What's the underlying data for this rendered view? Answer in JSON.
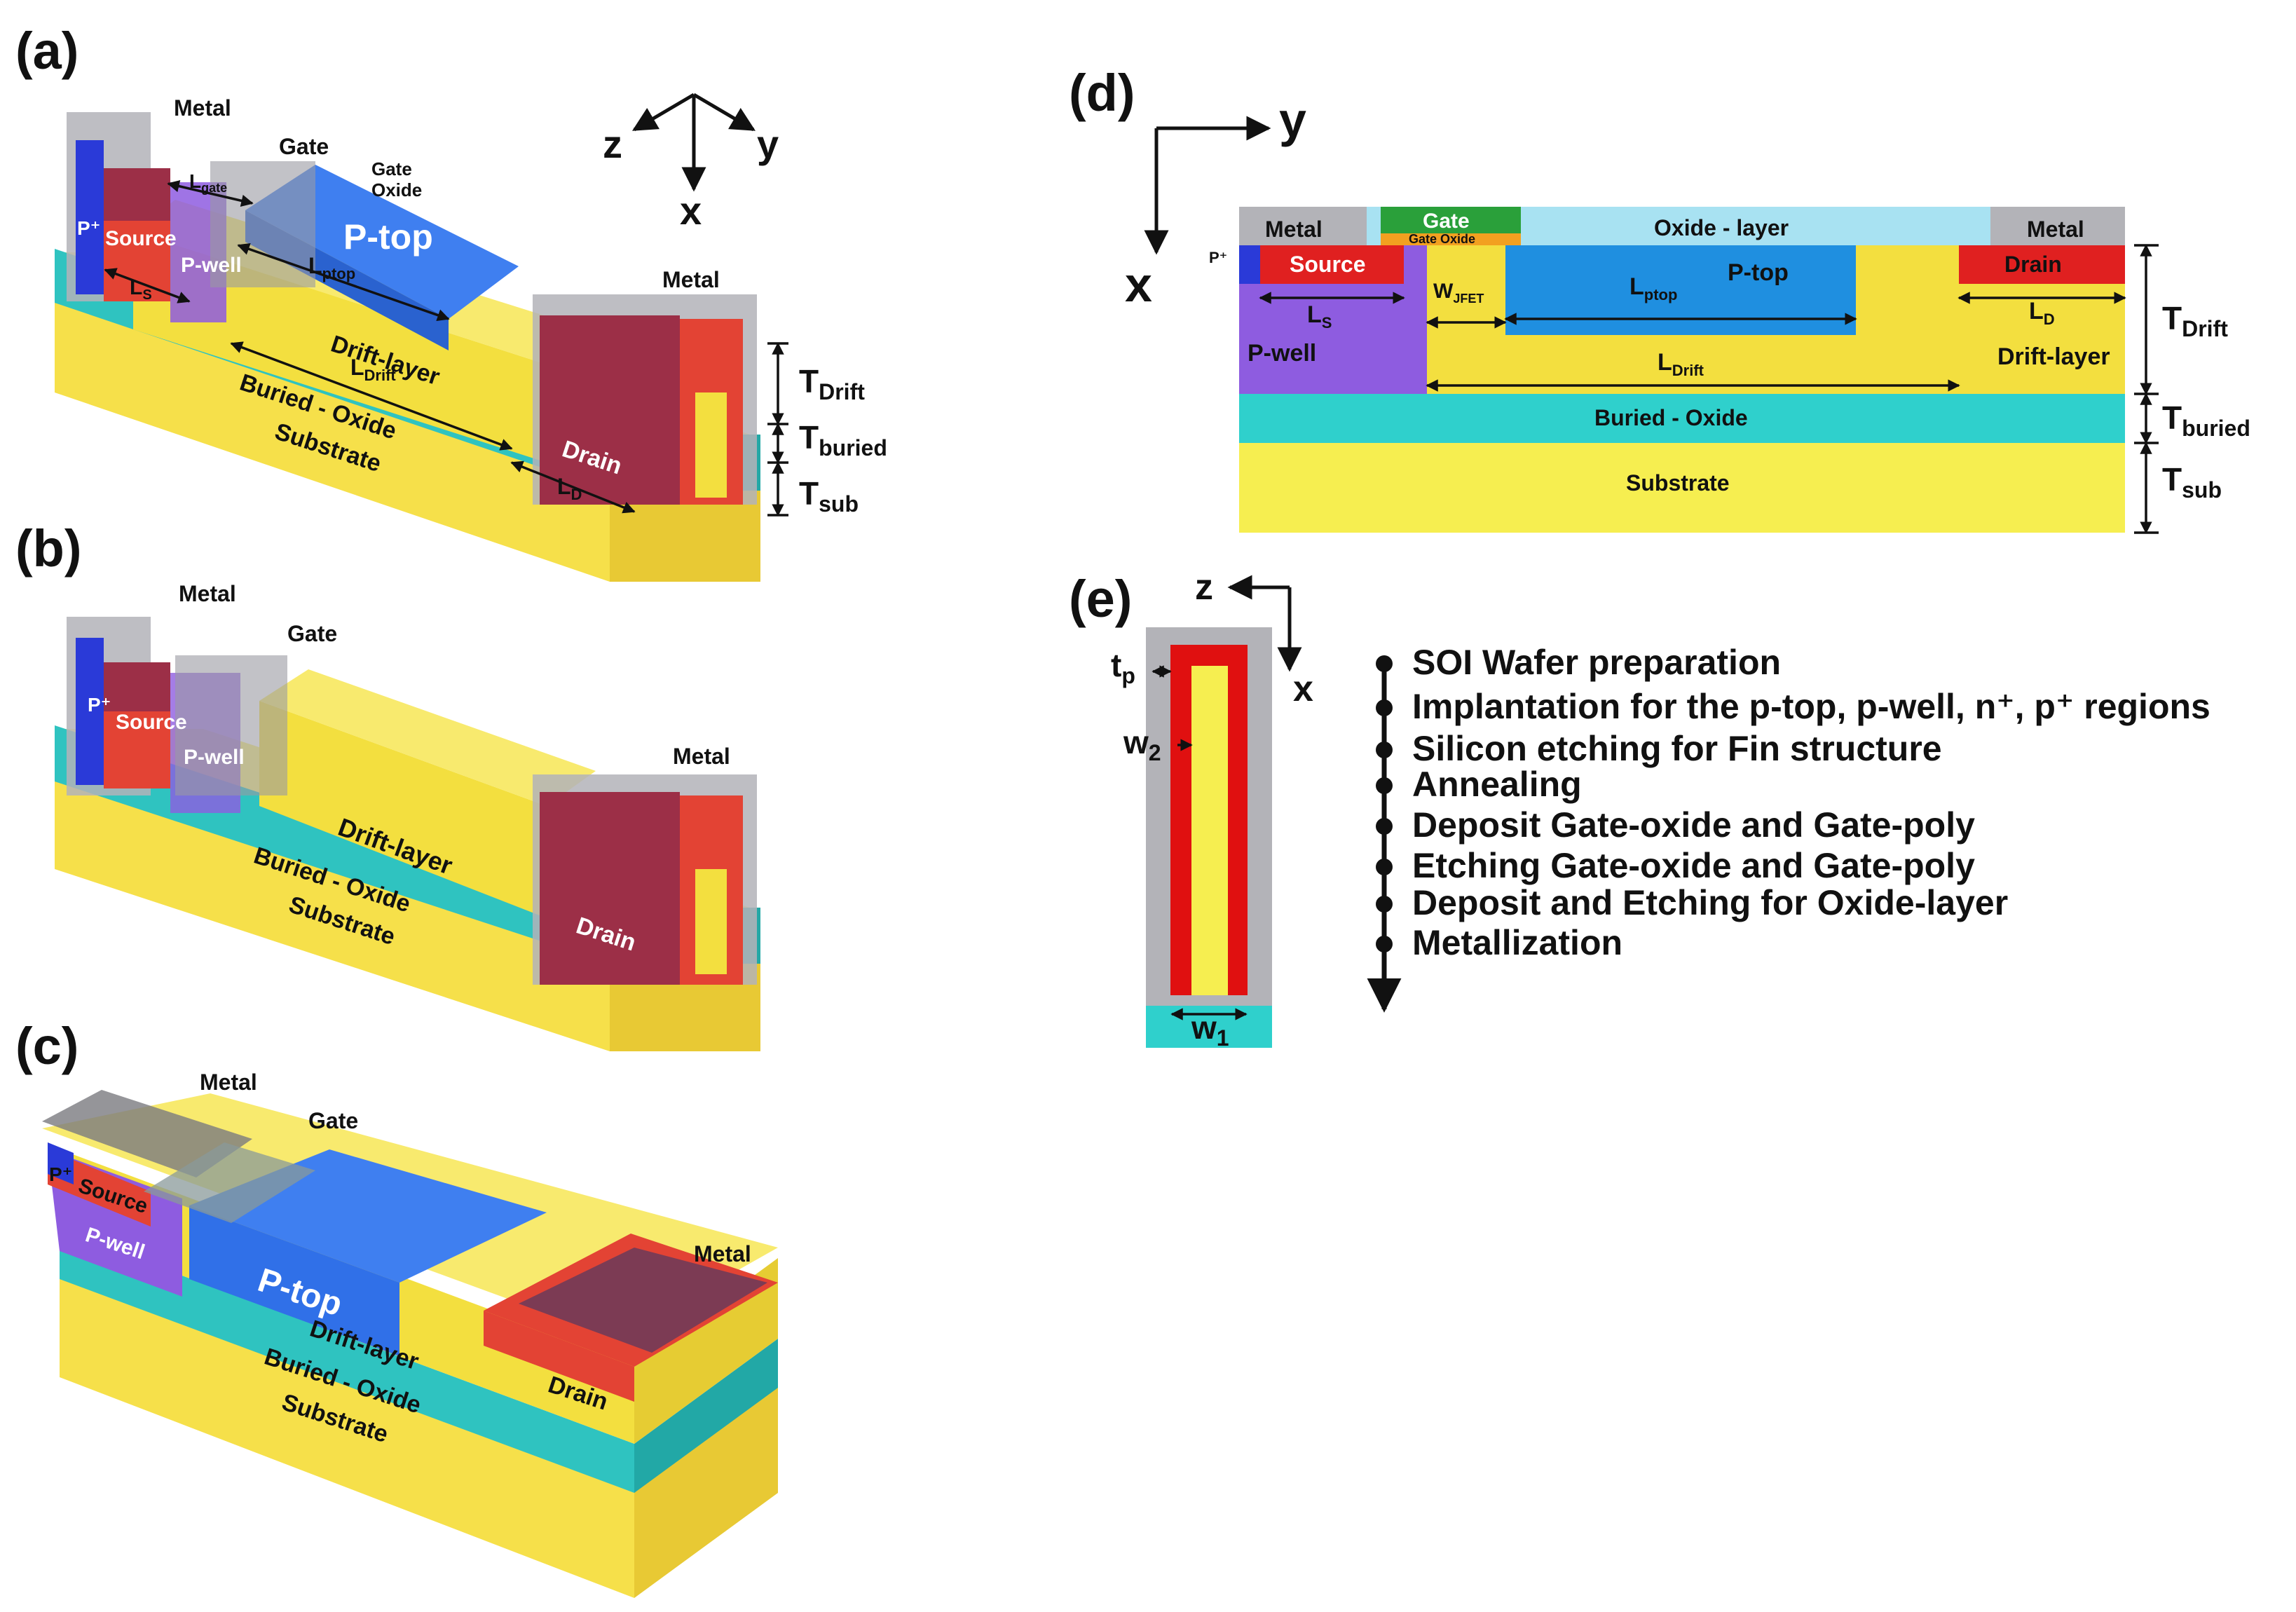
{
  "colors": {
    "substrate": "#f7e34a",
    "buried_oxide": "#2fc3c0",
    "drift": "#f3df3f",
    "ptop": "#3f7ff0",
    "source": "#e34334",
    "pwell": "#8e5ce0",
    "pplus": "#2a3ad8",
    "metal": "#b3b3b8",
    "gate": "#2aa03a",
    "gate_oxide": "#f2a020",
    "oxide_layer": "#a8e2f2",
    "drain_cap": "#9c2f47"
  },
  "panels": {
    "a": {
      "label": "(a)",
      "axis": {
        "z": "z",
        "y": "y",
        "x": "x"
      },
      "labels": {
        "metal_left": "Metal",
        "gate": "Gate",
        "gate_oxide_1": "Gate",
        "gate_oxide_2": "Oxide",
        "pplus": "P⁺",
        "source": "Source",
        "pwell": "P-well",
        "ptop": "P-top",
        "drift": "Drift-layer",
        "buried": "Buried - Oxide",
        "substrate": "Substrate",
        "metal_right": "Metal",
        "drain": "Drain"
      },
      "dims": {
        "L": "L",
        "gate_sub": "gate",
        "S_sub": "S",
        "ptop_sub": "ptop",
        "drift_sub": "Drift",
        "D_sub": "D",
        "T": "T",
        "t_drift": "Drift",
        "t_buried": "buried",
        "t_sub": "sub"
      }
    },
    "b": {
      "label": "(b)",
      "labels": {
        "metal_left": "Metal",
        "gate": "Gate",
        "pplus": "P⁺",
        "source": "Source",
        "pwell": "P-well",
        "drift": "Drift-layer",
        "buried": "Buried - Oxide",
        "substrate": "Substrate",
        "metal_right": "Metal",
        "drain": "Drain"
      }
    },
    "c": {
      "label": "(c)",
      "labels": {
        "metal_left": "Metal",
        "gate": "Gate",
        "pplus": "P⁺",
        "source": "Source",
        "pwell": "P-well",
        "ptop": "P-top",
        "drift": "Drift-layer",
        "buried": "Buried - Oxide",
        "substrate": "Substrate",
        "metal_right": "Metal",
        "drain": "Drain"
      }
    },
    "d": {
      "label": "(d)",
      "axis": {
        "y": "y",
        "x": "x"
      },
      "labels": {
        "metal_left": "Metal",
        "gate": "Gate",
        "gate_oxide": "Gate Oxide",
        "oxide_layer": "Oxide - layer",
        "metal_right": "Metal",
        "pplus": "P⁺",
        "source": "Source",
        "ptop": "P-top",
        "drain": "Drain",
        "pwell": "P-well",
        "drift": "Drift-layer",
        "buried": "Buried - Oxide",
        "substrate": "Substrate"
      },
      "dims": {
        "L": "L",
        "S_sub": "S",
        "W": "W",
        "jfet_sub": "JFET",
        "ptop_sub": "ptop",
        "drift_sub": "Drift",
        "D_sub": "D",
        "T": "T",
        "t_drift": "Drift",
        "t_buried": "buried",
        "t_sub": "sub"
      }
    },
    "e": {
      "label": "(e)",
      "axis": {
        "z": "z",
        "x": "x"
      },
      "dims": {
        "t": "t",
        "t_sub": "p",
        "w2": "w",
        "w2_sub": "2",
        "w1": "w",
        "w1_sub": "1"
      },
      "steps": [
        "SOI Wafer preparation",
        "Implantation for the p-top, p-well, n⁺, p⁺ regions",
        "Silicon etching for Fin structure",
        "Annealing",
        "Deposit Gate-oxide and Gate-poly",
        "Etching Gate-oxide and Gate-poly",
        "Deposit and Etching for Oxide-layer",
        "Metallization"
      ]
    }
  }
}
